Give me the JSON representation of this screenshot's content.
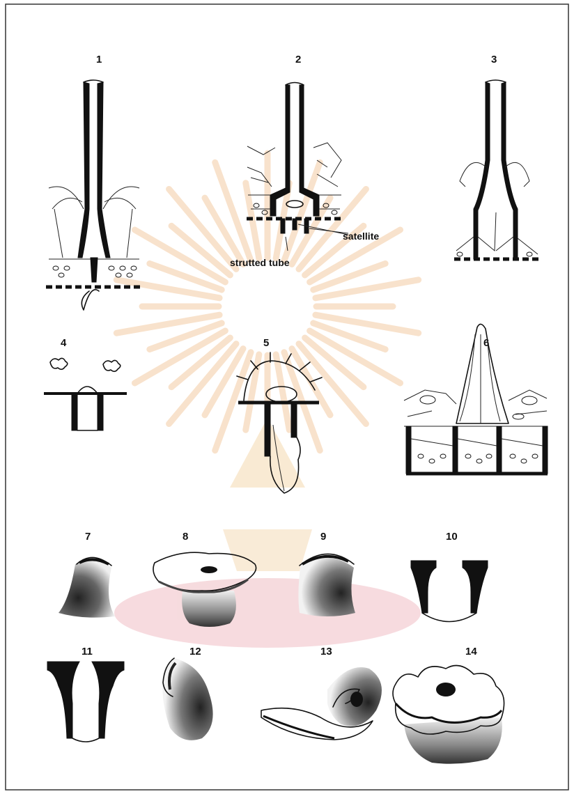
{
  "figures": [
    {
      "number": "1"
    },
    {
      "number": "2"
    },
    {
      "number": "3"
    },
    {
      "number": "4"
    },
    {
      "number": "5"
    },
    {
      "number": "6"
    },
    {
      "number": "7"
    },
    {
      "number": "8"
    },
    {
      "number": "9"
    },
    {
      "number": "10"
    },
    {
      "number": "11"
    },
    {
      "number": "12"
    },
    {
      "number": "13"
    },
    {
      "number": "14"
    }
  ],
  "labels": {
    "satellite": "satellite",
    "strutted_tube": "strutted tube"
  },
  "colors": {
    "ink": "#111111",
    "watermark_rays": "#f3c79a",
    "watermark_base": "#efb8bf",
    "frame": "#333333"
  }
}
